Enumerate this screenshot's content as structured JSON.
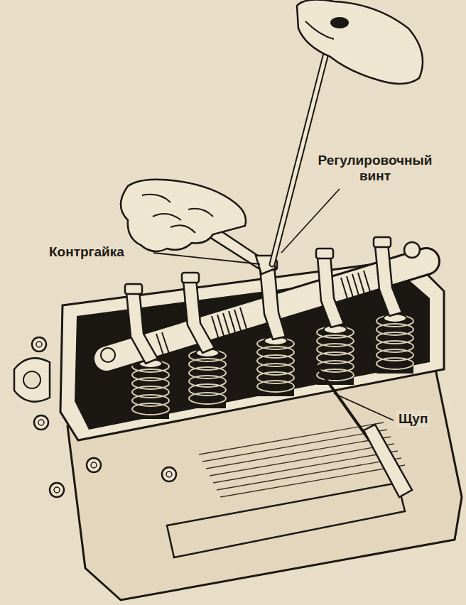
{
  "diagram": {
    "labels": [
      "Регулировочный винт",
      "Контргайка",
      "Щуп"
    ]
  }
}
